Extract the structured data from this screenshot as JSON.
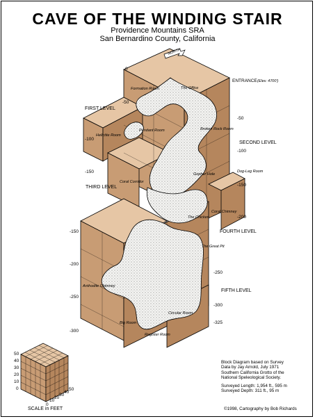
{
  "title": "CAVE OF THE WINDING STAIR",
  "subtitle1": "Providence Mountains SRA",
  "subtitle2": "San Bernardino County, California",
  "north_label": "NORTH",
  "entrance_label": "ENTRANCE",
  "entrance_elev": "(Elev. 4700')",
  "levels": [
    "FIRST LEVEL",
    "SECOND LEVEL",
    "THIRD LEVEL",
    "FOURTH LEVEL",
    "FIFTH LEVEL"
  ],
  "rooms": [
    "Formation Room",
    "The Office",
    "Broken Rock Room",
    "Helictite Room",
    "Pendant Room",
    "Dog-Leg Room",
    "Gopher Hole",
    "Coral Corridor",
    "Coral Chimney",
    "The Chicken",
    "The Great Pit",
    "Anthodite Chimney",
    "Big Room",
    "Circular Room",
    "Register Room"
  ],
  "depths_left": [
    "0",
    "-50",
    "-100",
    "-150",
    "-150",
    "-200",
    "-250",
    "-300"
  ],
  "depths_right": [
    "-50",
    "-100",
    "-150",
    "-200",
    "-250",
    "-300",
    "-325"
  ],
  "scale": {
    "label": "SCALE in FEET",
    "vertical_ticks": [
      "50",
      "40",
      "30",
      "20",
      "10",
      "0"
    ],
    "horizontal_ticks": [
      "0",
      "10",
      "20",
      "30",
      "40",
      "50"
    ]
  },
  "notes": [
    "Block Diagram based on Survey",
    "Data by Jay Arnold, July 1971",
    "Southern California Grotto of the",
    "National Speleological Society."
  ],
  "stats": [
    "Surveyed Length: 1,954 ft., 595 m",
    "Surveyed Depth:   311 ft., 95 m"
  ],
  "copyright": "©1998, Cartography by Bob Richards"
}
